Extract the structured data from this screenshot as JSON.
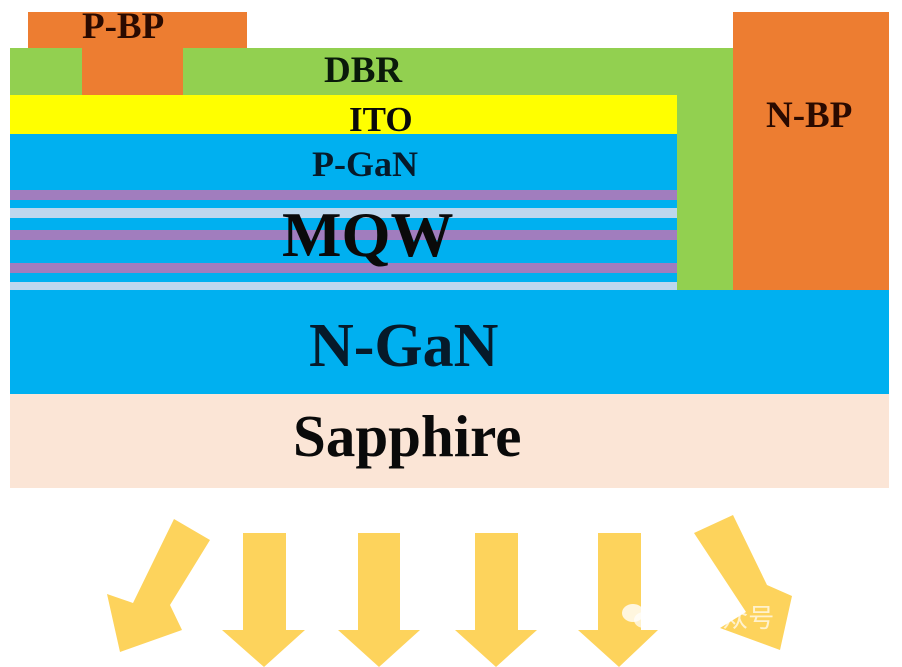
{
  "diagram": {
    "title": "Flip-chip LED layer structure",
    "layers": {
      "p_bp": {
        "label": "P-BP",
        "color": "#ED7D31"
      },
      "n_bp": {
        "label": "N-BP",
        "color": "#ED7D31"
      },
      "dbr": {
        "label": "DBR",
        "color": "#92D050"
      },
      "ito": {
        "label": "ITO",
        "color": "#FFFF00"
      },
      "p_gan": {
        "label": "P-GaN",
        "color": "#00B0F0"
      },
      "mqw": {
        "label": "MQW",
        "well_color": "#A17DBE",
        "barrier_color": "#BDD7EE"
      },
      "n_gan": {
        "label": "N-GaN",
        "color": "#00B0F0"
      },
      "sapphire": {
        "label": "Sapphire",
        "color": "#FBE5D6"
      }
    },
    "light_arrows": {
      "count": 6,
      "color": "#FDD35C",
      "directions": [
        "down-left",
        "down",
        "down",
        "down",
        "down",
        "down-right"
      ]
    },
    "watermark": {
      "text": "公众号",
      "icon": "wechat-icon"
    }
  }
}
